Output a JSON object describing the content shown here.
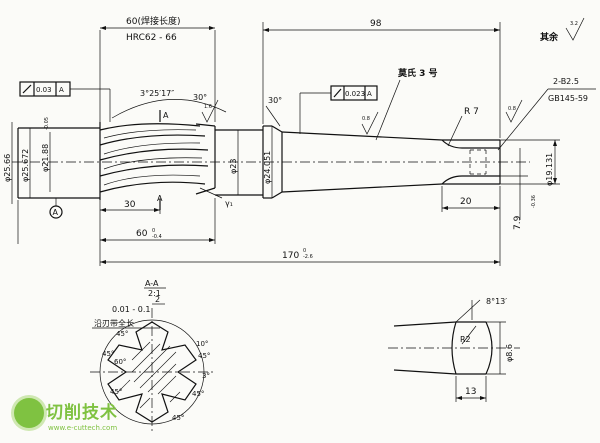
{
  "dims": {
    "weld_length": "60(焊接长度)",
    "hardness": "HRC62 - 66",
    "d98": "98",
    "d30": "30",
    "d60": "60",
    "d60_tol": "0\n-0.4",
    "d170": "170",
    "d170_tol": "0\n-2.6",
    "d20": "20",
    "d79": "7.9",
    "d79_tol": "0\n-0.36",
    "d13": "13"
  },
  "diameters": {
    "d2566": "φ25.66",
    "d25672": "φ25.672",
    "d2188": "φ21.88",
    "d2188_tol": "-0.05",
    "d23": "φ23",
    "d24051": "φ24.051",
    "d19131": "φ19.131",
    "d86": "φ8.6"
  },
  "angles": {
    "a3_25_17": "3°25′17″",
    "a30": "30°",
    "a30b": "30°",
    "a8_13": "8°13′",
    "a45a": "45°",
    "a45b": "45°",
    "a45c": "45°",
    "a45d": "45°",
    "a45e": "45°",
    "a45f": "45°",
    "a60": "60°",
    "a3": "3°",
    "a10": "10°",
    "gamma": "γ₁"
  },
  "tolerance_frames": {
    "runout1_value": "0.03",
    "runout1_datum": "A",
    "runout2_value": "0.023",
    "runout2_datum": "A"
  },
  "roughness": {
    "r16": "1.6",
    "r08a": "0.8",
    "r08b": "0.8",
    "r32": "3.2",
    "remainder": "其余"
  },
  "labels": {
    "taper": "莫氏 3 号",
    "center_hole": "2-B2.5",
    "standard": "GB145-59",
    "r7": "R 7",
    "r2": "R2",
    "section_aa_label": "A-A",
    "section_scale": "2:1",
    "section_a_top": "A",
    "section_a_bottom": "A",
    "datum_a": "A",
    "edge_band_dim": "0.01 - 0.1",
    "edge_band_label": "沿刃带全长",
    "d2": "2"
  },
  "logo": {
    "text": "切削技术",
    "url": "www.e-cuttech.com"
  }
}
